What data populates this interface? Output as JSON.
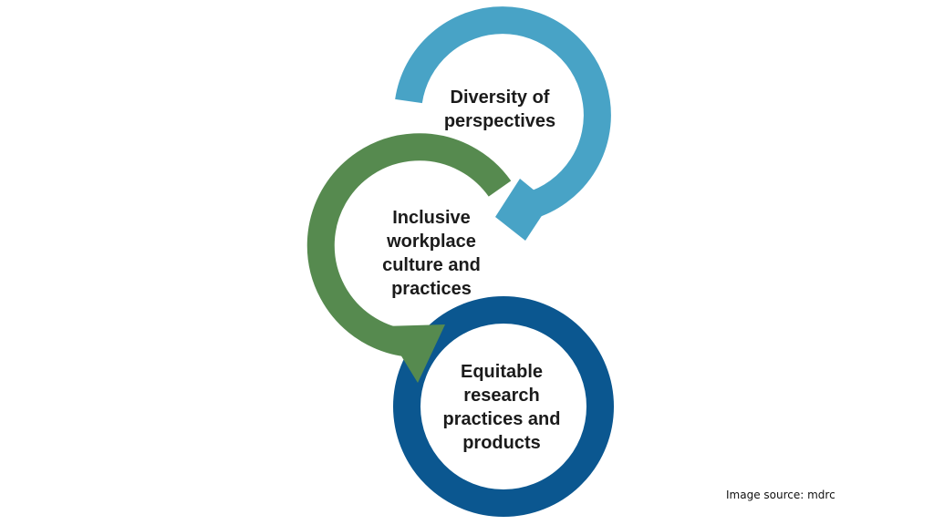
{
  "diagram": {
    "nodes": [
      {
        "id": "top",
        "label_lines": [
          "Diversity of",
          "perspectives"
        ],
        "color": "#48a3c6"
      },
      {
        "id": "middle",
        "label_lines": [
          "Inclusive",
          "workplace",
          "culture and",
          "practices"
        ],
        "color": "#568a4f"
      },
      {
        "id": "bottom",
        "label_lines": [
          "Equitable",
          "research",
          "practices and",
          "products"
        ],
        "color": "#0b5790"
      }
    ],
    "flow": [
      "top",
      "middle",
      "bottom"
    ]
  },
  "caption": "Image source: mdrc"
}
